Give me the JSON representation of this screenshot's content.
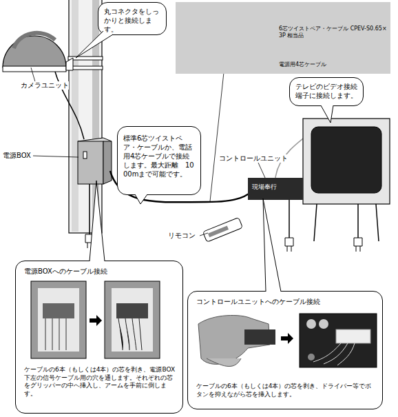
{
  "diagram": {
    "nodes": [
      {
        "text": [
          "丸コネクタをしっかりと接続します。"
        ]
      },
      {
        "text": [
          "6芯ツイストペア・ケーブル CPEV-S0.65×3P 相当品",
          "電源用4芯ケーブル"
        ]
      },
      {
        "text": [
          "テレビのビデオ接続端子に接続します。"
        ]
      },
      {
        "text": [
          "標準6芯ツイストペア・ケーブルか、電話用4芯ケーブルで接続します。最大距離　1000mまで可能です。"
        ]
      },
      {
        "text": [
          "現場奉行"
        ]
      },
      {
        "text": [
          "電源BOXへのケーブル接続",
          "ケーブルの6本（もしくは4本）の芯を剥き、電源BOX下左の信号ケーブル用の穴を通します。それぞれの芯をグリッパーの中へ挿入し、アームを手前に倒します。"
        ]
      },
      {
        "text": [
          "コントロールユニットへのケーブル接続",
          "ケーブルの6本（もしくは4本）の芯を剥き、ドライバー等でボタンを抑えながら芯を挿入します。"
        ]
      }
    ],
    "labels": [
      "カメラユニット",
      "電源BOX",
      "コントロールユニット",
      "リモコン"
    ]
  }
}
